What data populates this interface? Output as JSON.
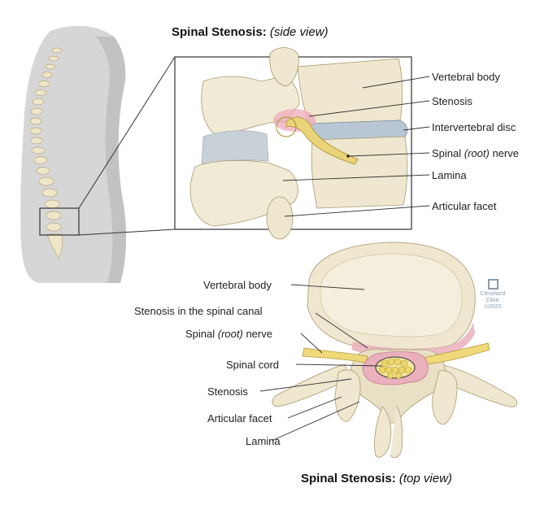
{
  "side_title": {
    "bold": "Spinal Stenosis:",
    "italic": "(side view)"
  },
  "top_title": {
    "bold": "Spinal Stenosis:",
    "italic": "(top view)"
  },
  "side_labels": {
    "vertebral_body": "Vertebral body",
    "stenosis": "Stenosis",
    "intervertebral_disc": "Intervertebral disc",
    "spinal_nerve_pre": "Spinal",
    "spinal_nerve_it": "(root)",
    "spinal_nerve_post": "nerve",
    "lamina": "Lamina",
    "articular_facet": "Articular facet"
  },
  "top_labels": {
    "vertebral_body": "Vertebral body",
    "stenosis_canal": "Stenosis in the spinal canal",
    "spinal_nerve_pre": "Spinal",
    "spinal_nerve_it": "(root)",
    "spinal_nerve_post": "nerve",
    "spinal_cord": "Spinal cord",
    "stenosis": "Stenosis",
    "articular_facet": "Articular facet",
    "lamina": "Lamina"
  },
  "logo": {
    "line1": "Cleveland",
    "line2": "Clinic",
    "line3": "©2020"
  },
  "colors": {
    "bone": "#f0e9d4",
    "bone_shadow": "#c9bf9f",
    "body_gray": "#cfcfcf",
    "nerve": "#e8d37a",
    "stenosis": "#e8a6b4",
    "disc": "#b9c7d4"
  }
}
